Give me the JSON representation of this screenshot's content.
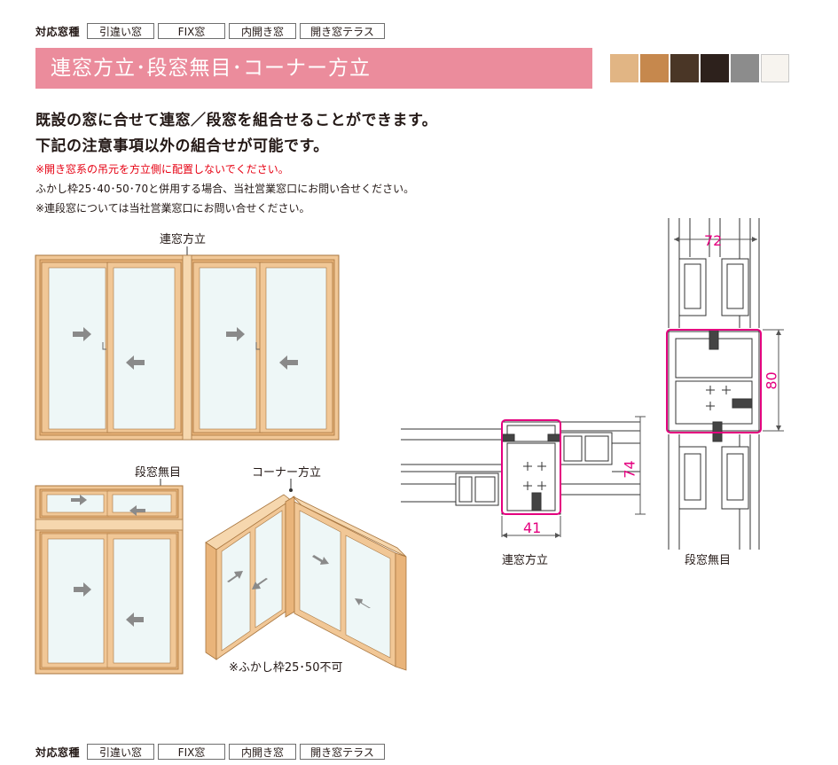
{
  "top_tags": {
    "label": "対応窓種",
    "items": [
      "引違い窓",
      "FIX窓",
      "内開き窓",
      "開き窓テラス"
    ]
  },
  "bottom_tags": {
    "label": "対応窓種",
    "items": [
      "引違い窓",
      "FIX窓",
      "内開き窓",
      "開き窓テラス"
    ]
  },
  "banner_title": "連窓方立･段窓無目･コーナー方立",
  "color_swatches": [
    "#e1b584",
    "#c6884d",
    "#4a3626",
    "#2d211c",
    "#8c8c8c",
    "#f7f4ef"
  ],
  "headline": {
    "line1": "既設の窓に合せて連窓／段窓を組合せることができます。",
    "line2": "下記の注意事項以外の組合せが可能です。"
  },
  "notes": {
    "warning": "※開き窓系の吊元を方立側に配置しないでください。",
    "note1": "ふかし枠25･40･50･70と併用する場合、当社営業窓口にお問い合せください。",
    "note2": "※連段窓については当社営業窓口にお問い合せください。"
  },
  "diagram_labels": {
    "renmado_mullion": "連窓方立",
    "danmado_transom": "段窓無目",
    "corner_mullion": "コーナー方立",
    "corner_note": "※ふかし枠25･50不可"
  },
  "section_labels": {
    "renmado": "連窓方立",
    "danmado": "段窓無目",
    "dim_72": "72",
    "dim_80": "80",
    "dim_74": "74",
    "dim_41": "41"
  },
  "colors": {
    "accent_pink": "#eb8c9c",
    "dimension_pink": "#e4007f",
    "warning_red": "#e60012",
    "frame_wood": "#f1c796",
    "glass": "#eef7f7"
  }
}
